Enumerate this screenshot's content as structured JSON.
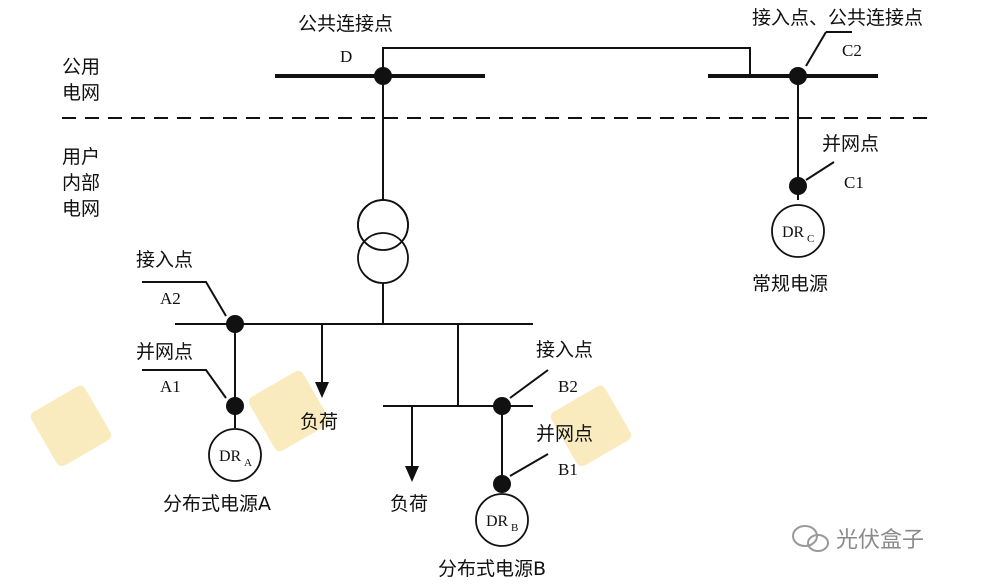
{
  "zones": {
    "public_grid": [
      "公用",
      "电网"
    ],
    "internal_grid": [
      "用户",
      "内部",
      "电网"
    ]
  },
  "labels": {
    "pcc_title": "公共连接点",
    "d_node": "D",
    "poc_pcc_title": "接入点、公共连接点",
    "c2_node": "C2",
    "c_grid_title": "并网点",
    "c1_node": "C1",
    "conventional_source": "常规电源",
    "a_access_title": "接入点",
    "a2_node": "A2",
    "a_grid_title": "并网点",
    "a1_node": "A1",
    "b_access_title": "接入点",
    "b2_node": "B2",
    "b_grid_title": "并网点",
    "b1_node": "B1",
    "load_1": "负荷",
    "load_2": "负荷",
    "source_a": "分布式电源A",
    "source_b": "分布式电源B"
  },
  "generators": {
    "a": {
      "main": "DR",
      "sub": "A"
    },
    "b": {
      "main": "DR",
      "sub": "B"
    },
    "c": {
      "main": "DR",
      "sub": "C"
    }
  },
  "watermark": "光伏盒子"
}
